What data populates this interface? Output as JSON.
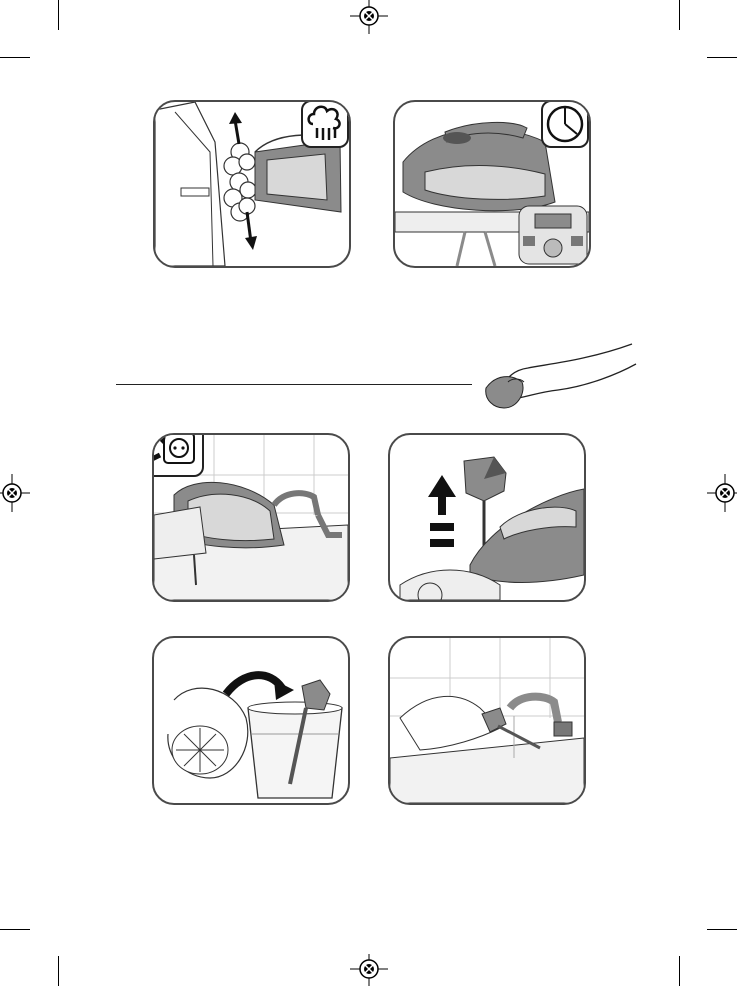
{
  "page": {
    "section_divider": "",
    "colors": {
      "line": "#4a4a4a",
      "iron_body": "#8b8b8b",
      "iron_accent": "#d8d8d8",
      "arrow": "#111111"
    }
  },
  "figures": [
    {
      "id": "steam-vertical",
      "icon": "steam-icon"
    },
    {
      "id": "iron-on-heel-wait",
      "icon": "timer-icon"
    },
    {
      "id": "unplug-empty-tank",
      "icon": "unplugged-socket-icon"
    },
    {
      "id": "remove-anti-scale-valve",
      "icon": "up-arrow-icon"
    },
    {
      "id": "soak-valve-lemon",
      "icon": "curved-arrow-icon"
    },
    {
      "id": "rinse-valve-tap",
      "icon": "tap-icon"
    }
  ]
}
